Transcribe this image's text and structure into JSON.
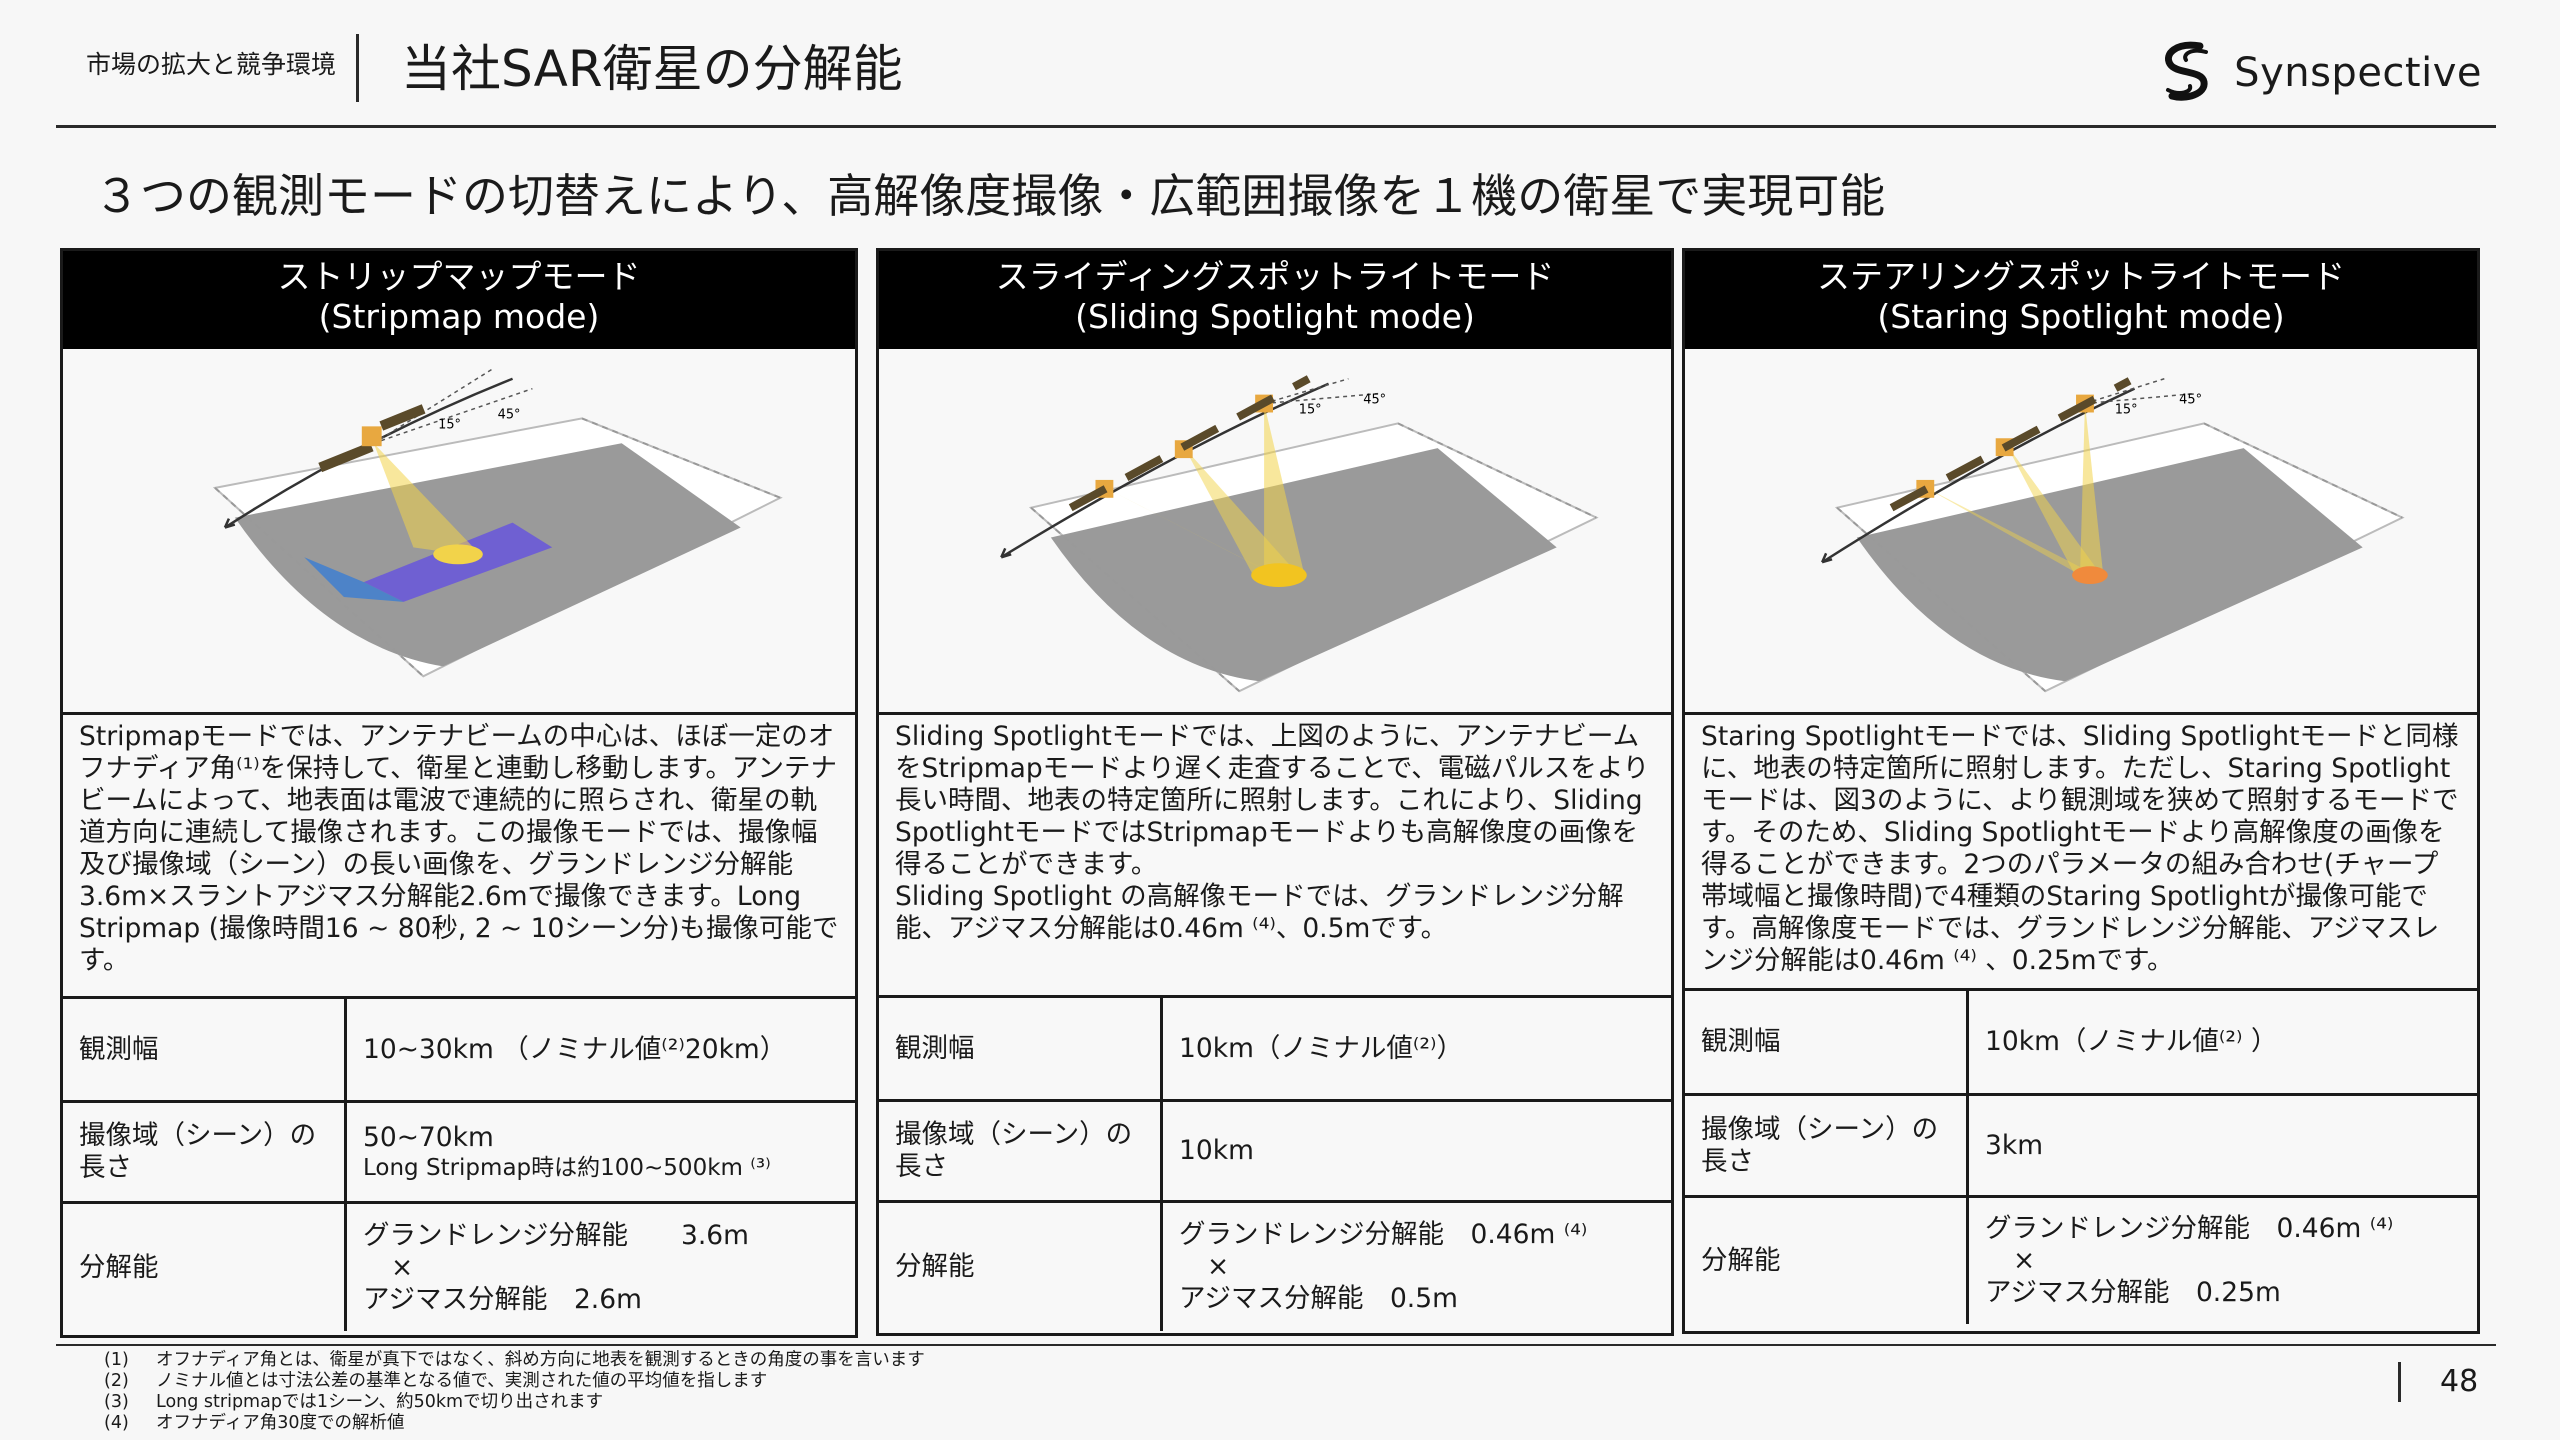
{
  "header": {
    "section_label": "市場の拡大と競争環境",
    "title": "当社SAR衛星の分解能",
    "logo_text": "Synspective"
  },
  "subtitle": "３つの観測モードの切替えにより、高解像度撮像・広範囲撮像を１機の衛星で実現可能",
  "diagram_labels": {
    "angle_a": "15°",
    "angle_b": "45°"
  },
  "cards": [
    {
      "title_ja": "ストリップマップモード",
      "title_en": "(Stripmap mode)",
      "description": "Stripmapモードでは、アンテナビームの中心は、ほぼ一定のオフナディア角⁽¹⁾を保持して、衛星と連動し移動します。アンテナビームによって、地表面は電波で連続的に照らされ、衛星の軌道方向に連続して撮像されます。この撮像モードでは、撮像幅及び撮像域（シーン）の長い画像を、グランドレンジ分解能3.6m×スラントアジマス分解能2.6mで撮像できます。Long Stripmap (撮像時間16 ~ 80秒, 2 ~ 10シーン分)も撮像可能です。",
      "specs": {
        "swath_label": "観測幅",
        "swath_value": "10~30km （ノミナル値⁽²⁾20km）",
        "scene_label": "撮像域（シーン）の長さ",
        "scene_value": "50~70km",
        "scene_note": "Long Stripmap時は約100~500km ⁽³⁾",
        "res_label": "分解能",
        "res_ground": "グランドレンジ分解能　　3.6m",
        "res_times": "×",
        "res_azimuth": "アジマス分解能　2.6m"
      }
    },
    {
      "title_ja": "スライディングスポットライトモード",
      "title_en": "(Sliding Spotlight mode)",
      "description": "Sliding Spotlightモードでは、上図のように、アンテナビームをStripmapモードより遅く走査することで、電磁パルスをより長い時間、地表の特定箇所に照射します。これにより、Sliding SpotlightモードではStripmapモードよりも高解像度の画像を得ることができます。",
      "description2": "Sliding Spotlight の高解像モードでは、グランドレンジ分解能、アジマス分解能は0.46m ⁽⁴⁾、0.5mです。",
      "specs": {
        "swath_label": "観測幅",
        "swath_value": "10km（ノミナル値⁽²⁾）",
        "scene_label": "撮像域（シーン）の長さ",
        "scene_value": "10km",
        "res_label": "分解能",
        "res_ground": "グランドレンジ分解能　0.46m ⁽⁴⁾",
        "res_times": "×",
        "res_azimuth": "アジマス分解能　0.5m"
      }
    },
    {
      "title_ja": "ステアリングスポットライトモード",
      "title_en": "(Staring Spotlight mode)",
      "description": "Staring Spotlightモードでは、Sliding Spotlightモードと同様に、地表の特定箇所に照射します。ただし、Staring Spotlightモードは、図3のように、より観測域を狭めて照射するモードです。そのため、Sliding Spotlightモードより高解像度の画像を得ることができます。2つのパラメータの組み合わせ(チャープ帯域幅と撮像時間)で4種類のStaring Spotlightが撮像可能です。高解像度モードでは、グランドレンジ分解能、アジマスレンジ分解能は0.46m ⁽⁴⁾ 、0.25mです。",
      "specs": {
        "swath_label": "観測幅",
        "swath_value": "10km（ノミナル値⁽²⁾ ）",
        "scene_label": "撮像域（シーン）の長さ",
        "scene_value": "3km",
        "res_label": "分解能",
        "res_ground": "グランドレンジ分解能　0.46m ⁽⁴⁾",
        "res_times": "×",
        "res_azimuth": "アジマス分解能　0.25m"
      }
    }
  ],
  "footnotes": [
    {
      "num": "(1)",
      "text": "オフナディア角とは、衛星が真下ではなく、斜め方向に地表を観測するときの角度の事を言います"
    },
    {
      "num": "(2)",
      "text": "ノミナル値とは寸法公差の基準となる値で、実測された値の平均値を指します"
    },
    {
      "num": "(3)",
      "text": "Long stripmapでは1シーン、約50kmで切り出されます"
    },
    {
      "num": "(4)",
      "text": "オフナディア角30度での解析値"
    }
  ],
  "page_number": "48",
  "colors": {
    "black": "#000000",
    "beam": "#f2d34a",
    "stripmap_strip": "#6a5ad8",
    "staring_spot": "#f08a3c",
    "land": "#9a9a9a"
  },
  "icons": [
    "synspective-logo-icon",
    "satellite-icon",
    "orbit-arrow-icon"
  ]
}
